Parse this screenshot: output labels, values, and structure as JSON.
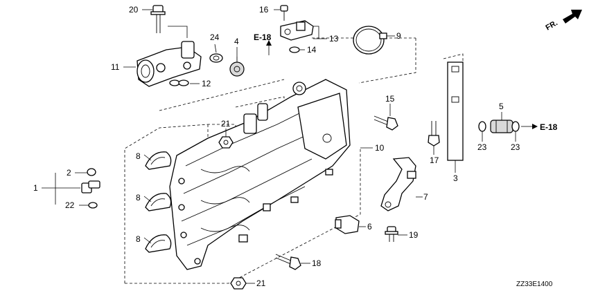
{
  "callouts": {
    "c1": "1",
    "c2": "2",
    "c3": "3",
    "c4": "4",
    "c5": "5",
    "c6": "6",
    "c7": "7",
    "c8a": "8",
    "c8b": "8",
    "c8c": "8",
    "c9": "9",
    "c10": "10",
    "c11": "11",
    "c12": "12",
    "c13": "13",
    "c14": "14",
    "c15": "15",
    "c16": "16",
    "c17": "17",
    "c18": "18",
    "c19": "19",
    "c20": "20",
    "c21a": "21",
    "c21b": "21",
    "c22": "22",
    "c23a": "23",
    "c23b": "23",
    "c24": "24"
  },
  "references": {
    "ref_top": "E-18",
    "ref_right": "E-18"
  },
  "orientation_label": "FR.",
  "drawing_code": "ZZ33E1400",
  "icons": {
    "direction_arrow": "arrow-up-right-icon"
  }
}
